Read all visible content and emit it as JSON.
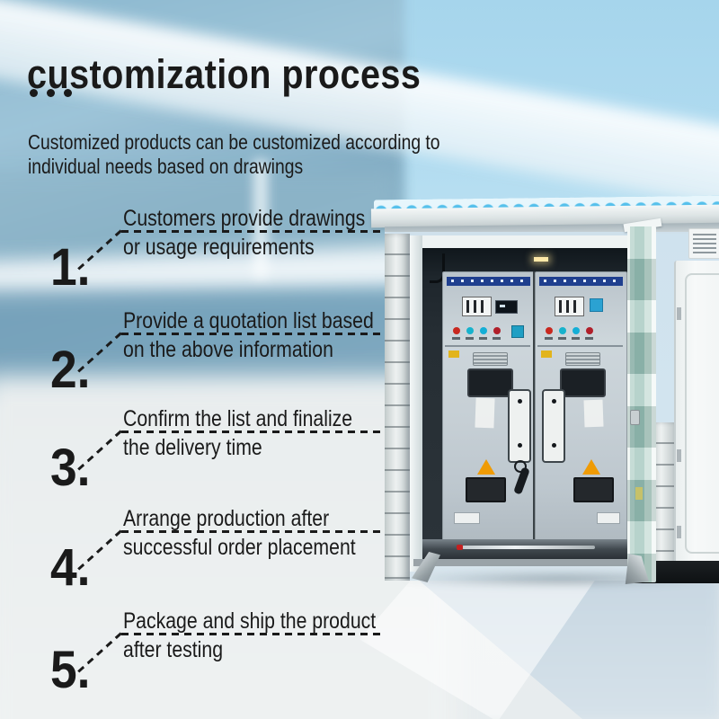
{
  "header": {
    "title": "customization process",
    "subtitle_line1": "Customized products can be customized according to",
    "subtitle_line2": "individual needs based on drawings"
  },
  "steps": [
    {
      "number": "1.",
      "line1": "Customers provide drawings",
      "line2": "or usage requirements"
    },
    {
      "number": "2.",
      "line1": "Provide a quotation list based",
      "line2": "on the above information"
    },
    {
      "number": "3.",
      "line1": "Confirm the list and finalize",
      "line2": "the delivery time"
    },
    {
      "number": "4.",
      "line1": "Arrange production after",
      "line2": "successful order placement"
    },
    {
      "number": "5.",
      "line1": "Package and ship the product",
      "line2": "after testing"
    }
  ],
  "colors": {
    "ink": "#1a1a1a",
    "panel-header-blue": "#1f3f8e",
    "roof-tile-blue": "#56c1ec",
    "warning-orange": "#ef9b05",
    "sky-blue": "#a9d9f0",
    "door-glass-green": "#9fc4bb"
  }
}
